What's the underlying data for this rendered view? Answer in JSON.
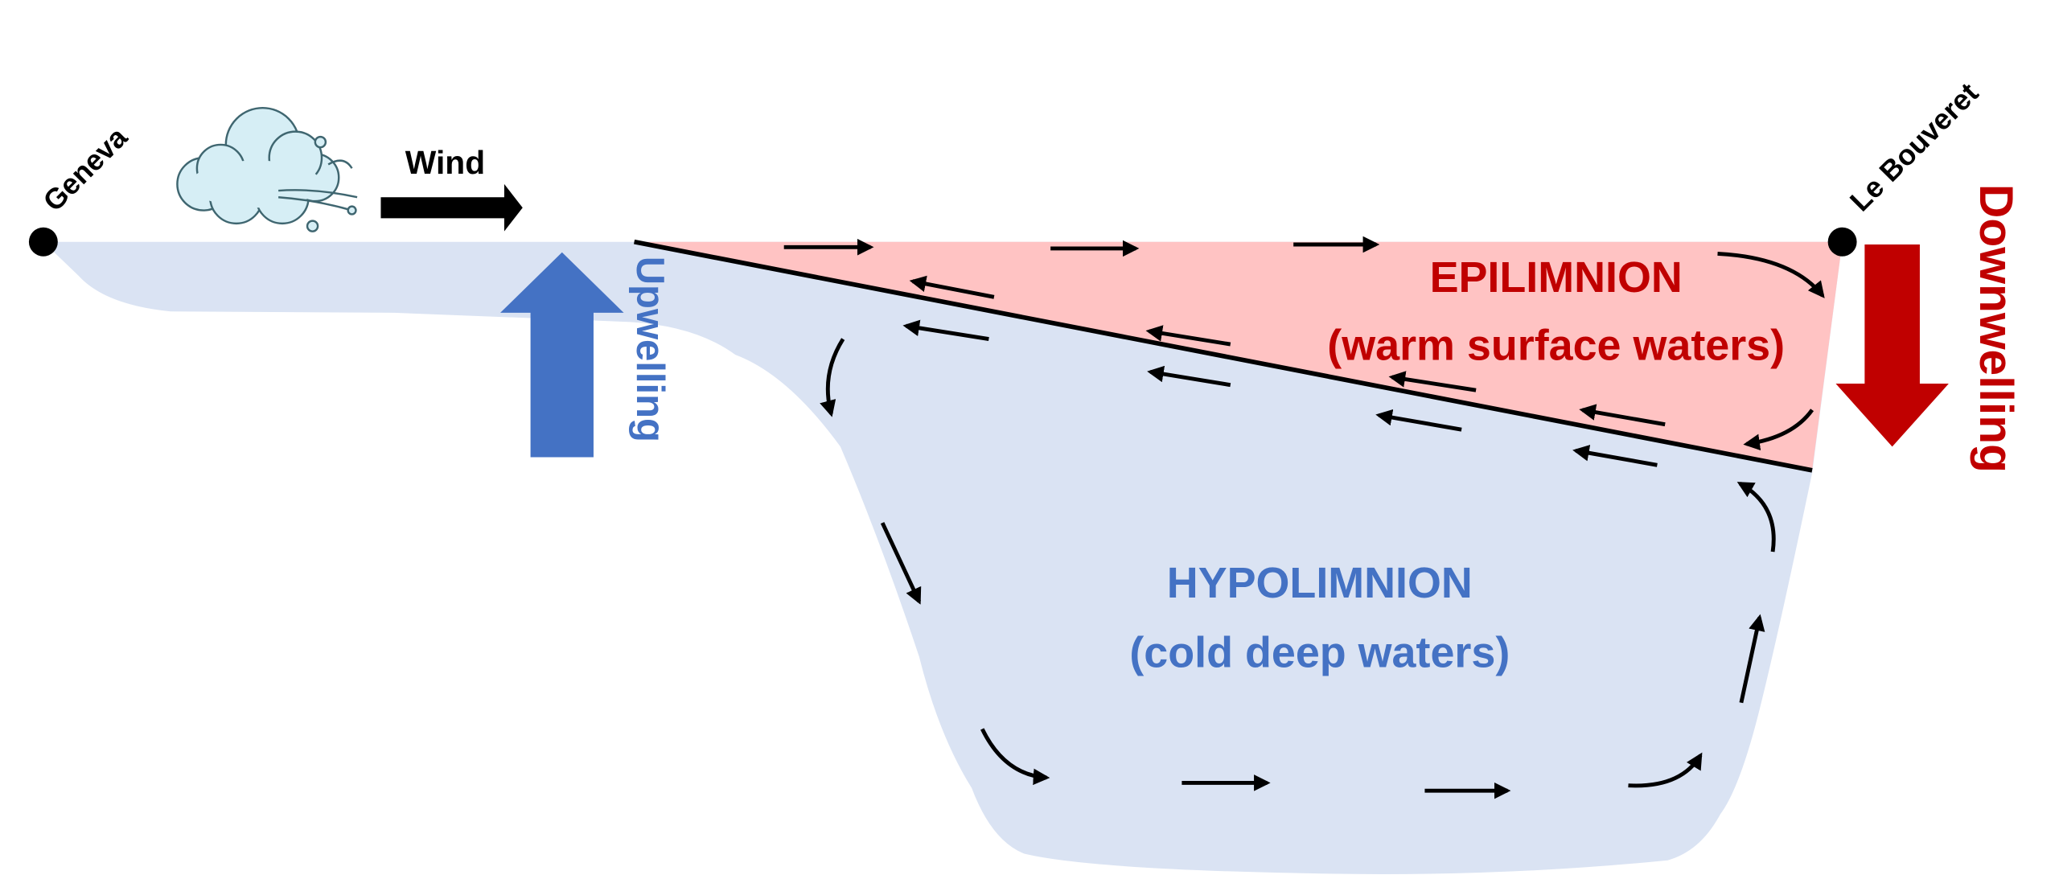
{
  "labels": {
    "geneva": "Geneva",
    "le_bouveret": "Le Bouveret",
    "wind": "Wind",
    "upwelling": "Upwelling",
    "downwelling": "Downwelling",
    "epilimnion_title": "EPILIMNION",
    "epilimnion_desc": "(warm surface waters)",
    "hypolimnion_title": "HYPOLIMNION",
    "hypolimnion_desc": "(cold deep waters)"
  },
  "colors": {
    "hypolimnion_fill": "#DAE3F3",
    "epilimnion_fill": "#FFC3C3",
    "upwelling": "#4472C4",
    "downwelling": "#C00000",
    "arrows": "#000000"
  },
  "icons": [
    "wind-cloud-icon",
    "wind-arrow-icon",
    "upwelling-arrow-icon",
    "downwelling-arrow-icon",
    "circulation-arrow-icon",
    "location-dot-icon"
  ]
}
